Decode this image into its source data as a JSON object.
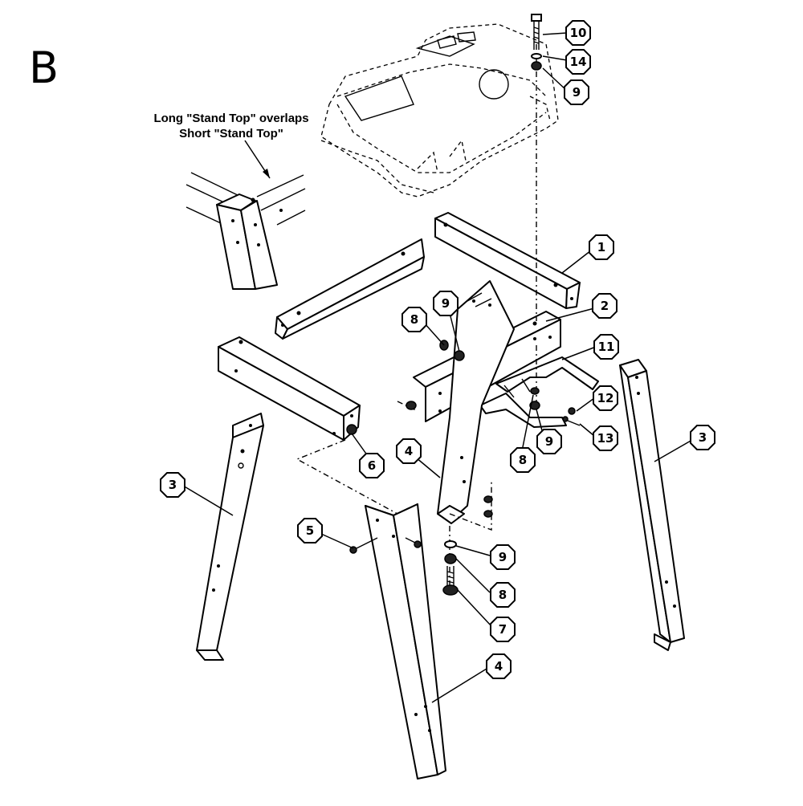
{
  "section_letter": "B",
  "note": {
    "line1": "Long \"Stand Top\" overlaps",
    "line2": "Short \"Stand Top\""
  },
  "callouts": {
    "c1": "1",
    "c2": "2",
    "c3a": "3",
    "c3b": "3",
    "c4a": "4",
    "c4b": "4",
    "c5": "5",
    "c6": "6",
    "c7": "7",
    "c8a": "8",
    "c8b": "8",
    "c8c": "8",
    "c9a": "9",
    "c9b": "9",
    "c9c": "9",
    "c9d": "9",
    "c10": "10",
    "c11": "11",
    "c12": "12",
    "c13": "13",
    "c14": "14"
  }
}
